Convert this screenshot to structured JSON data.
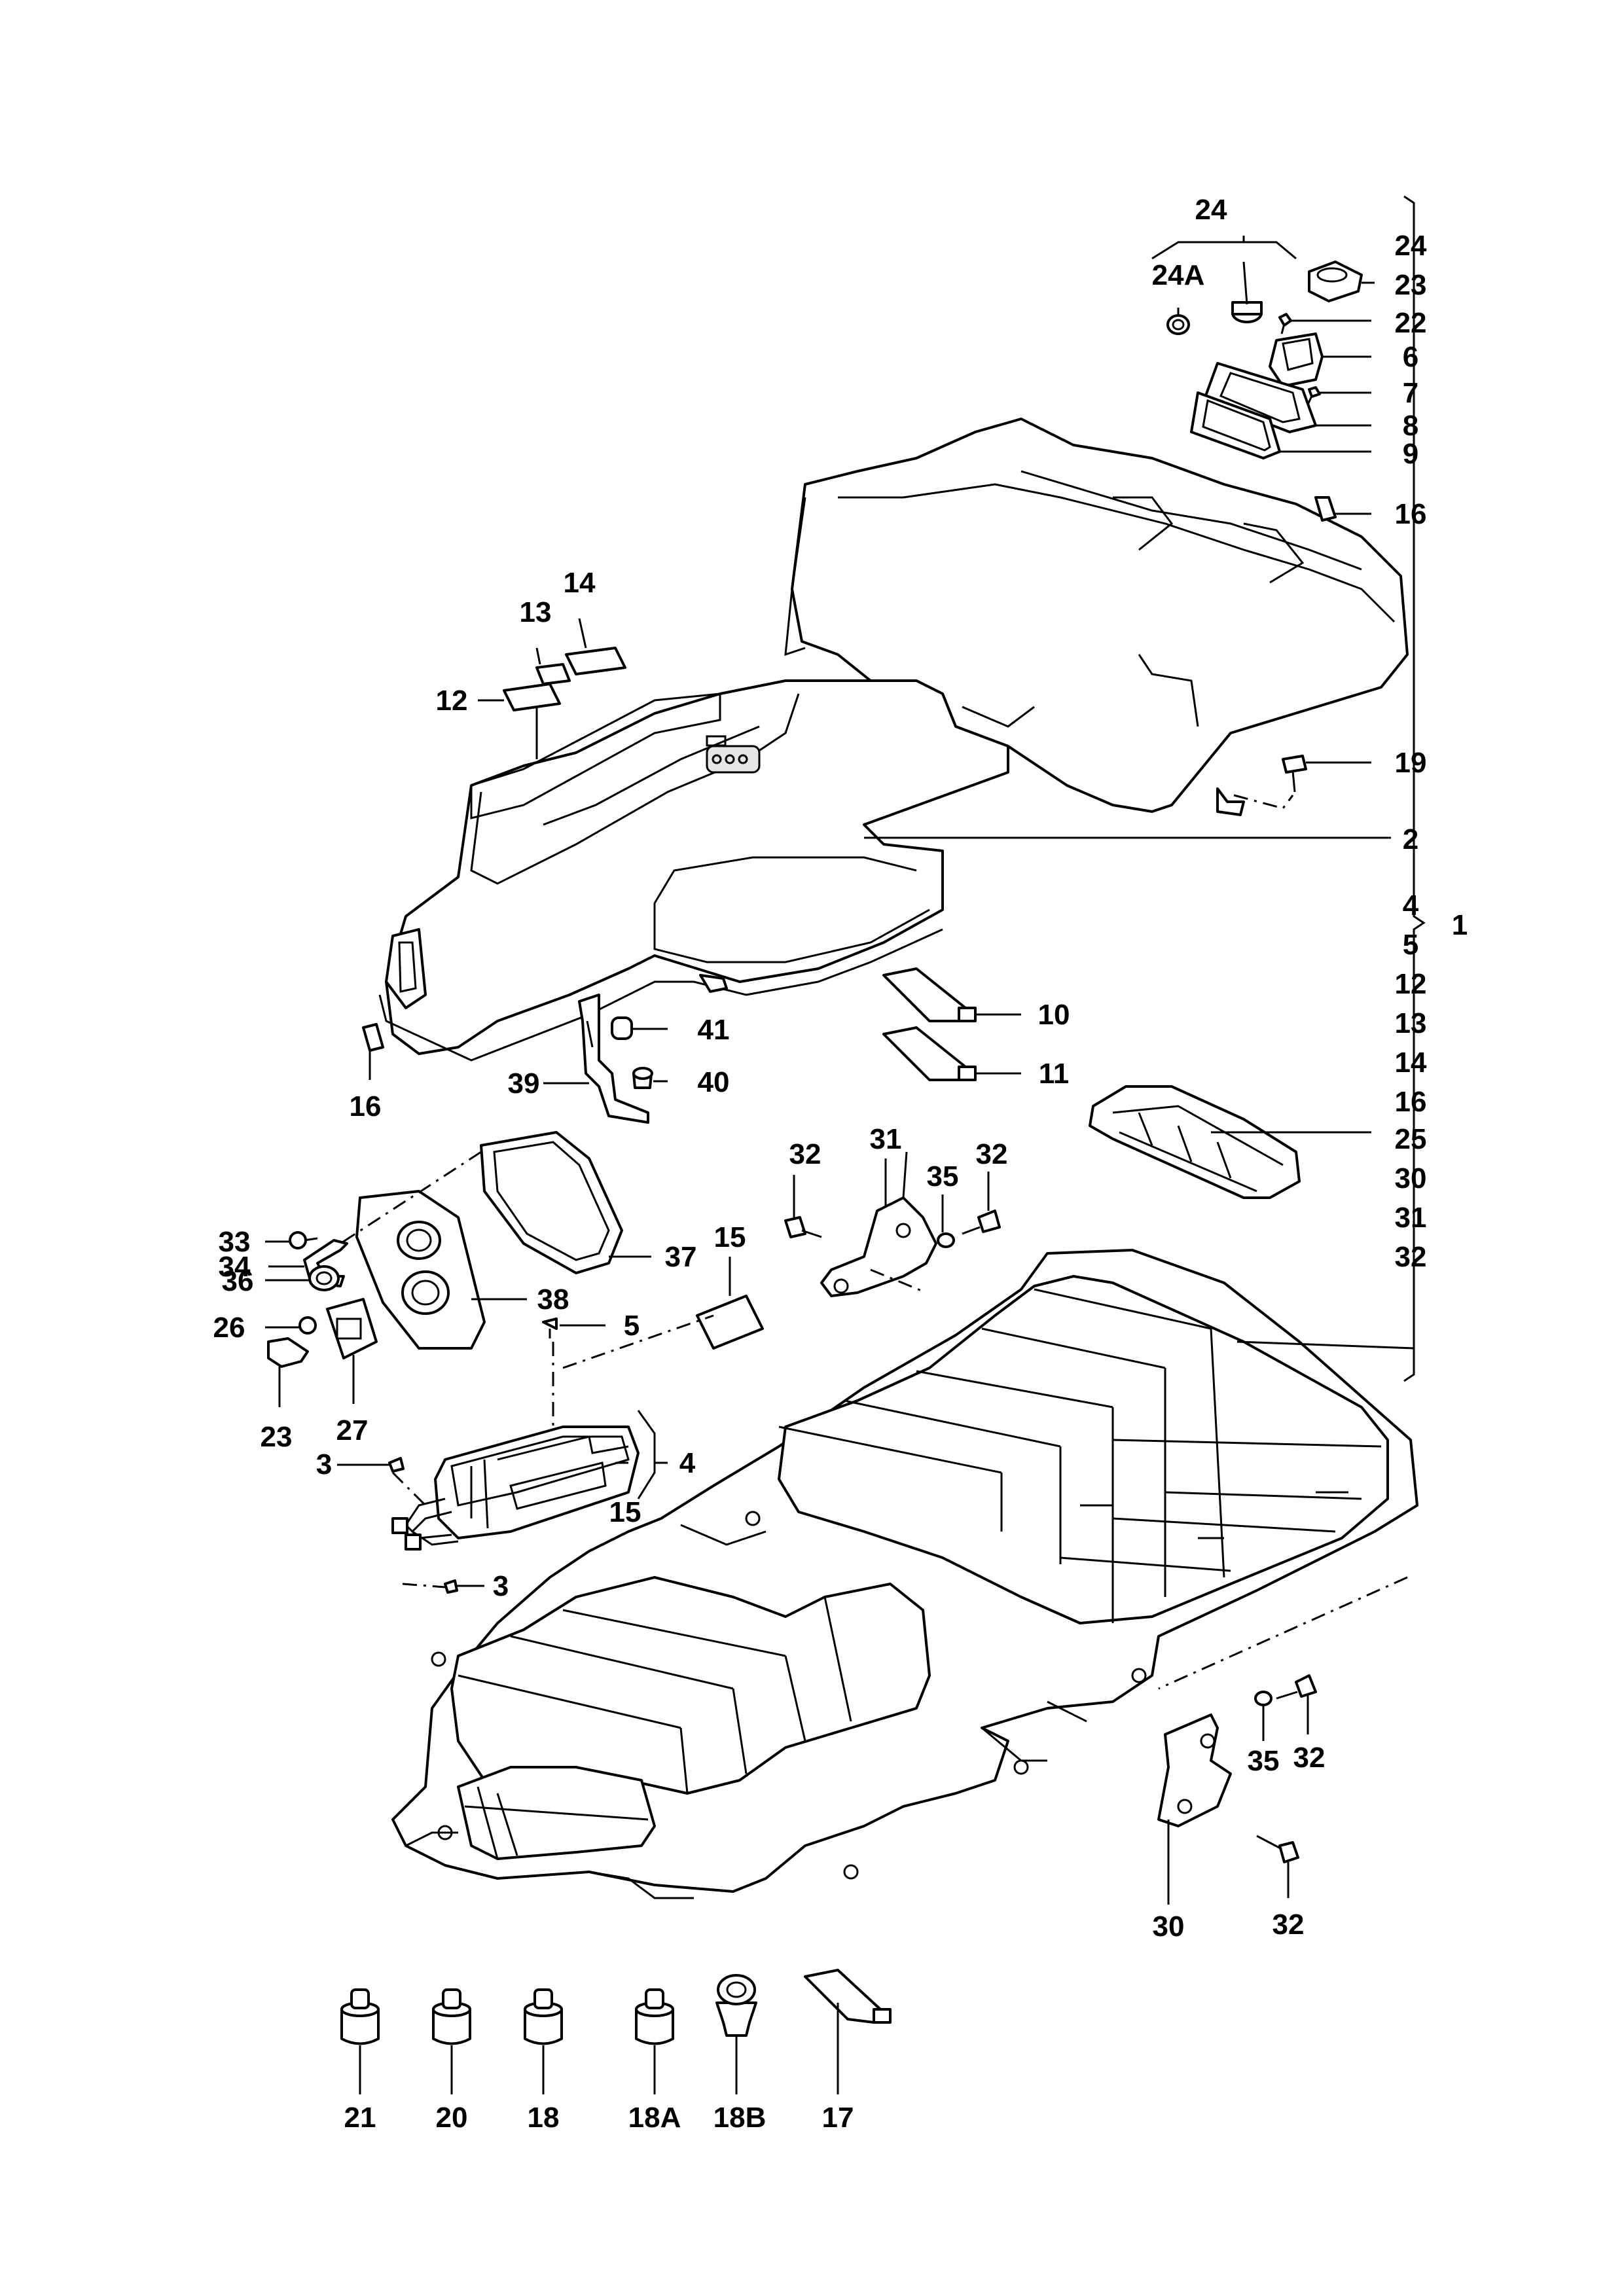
{
  "figure": {
    "labels": {
      "p24_top": "24",
      "p24a": "24A",
      "p24_right": "24",
      "p23_top": "23",
      "p22": "22",
      "p6": "6",
      "p7": "7",
      "p8": "8",
      "p9": "9",
      "p16_top": "16",
      "p14": "14",
      "p13": "13",
      "p12": "12",
      "p19": "19",
      "p2": "2",
      "p1": "1",
      "p10": "10",
      "p11": "11",
      "p41": "41",
      "p39": "39",
      "p40": "40",
      "p16_left": "16",
      "p34": "34",
      "p33": "33",
      "p36": "36",
      "p26": "26",
      "p23_left": "23",
      "p27": "27",
      "p38": "38",
      "p37": "37",
      "p15_top": "15",
      "p5": "5",
      "p3_a": "3",
      "p3_b": "3",
      "p4": "4",
      "p15_mid": "15",
      "p32_a": "32",
      "p31": "31",
      "p35_a": "35",
      "p32_b": "32",
      "p25": "25",
      "p35_b": "35",
      "p32_c": "32",
      "p30": "30",
      "p32_d": "32",
      "p21": "21",
      "p20": "20",
      "p18": "18",
      "p18a": "18A",
      "p18b": "18B",
      "p17": "17"
    },
    "assembly_list": [
      "4",
      "5",
      "12",
      "13",
      "14",
      "16",
      "25",
      "30",
      "31",
      "32"
    ]
  }
}
